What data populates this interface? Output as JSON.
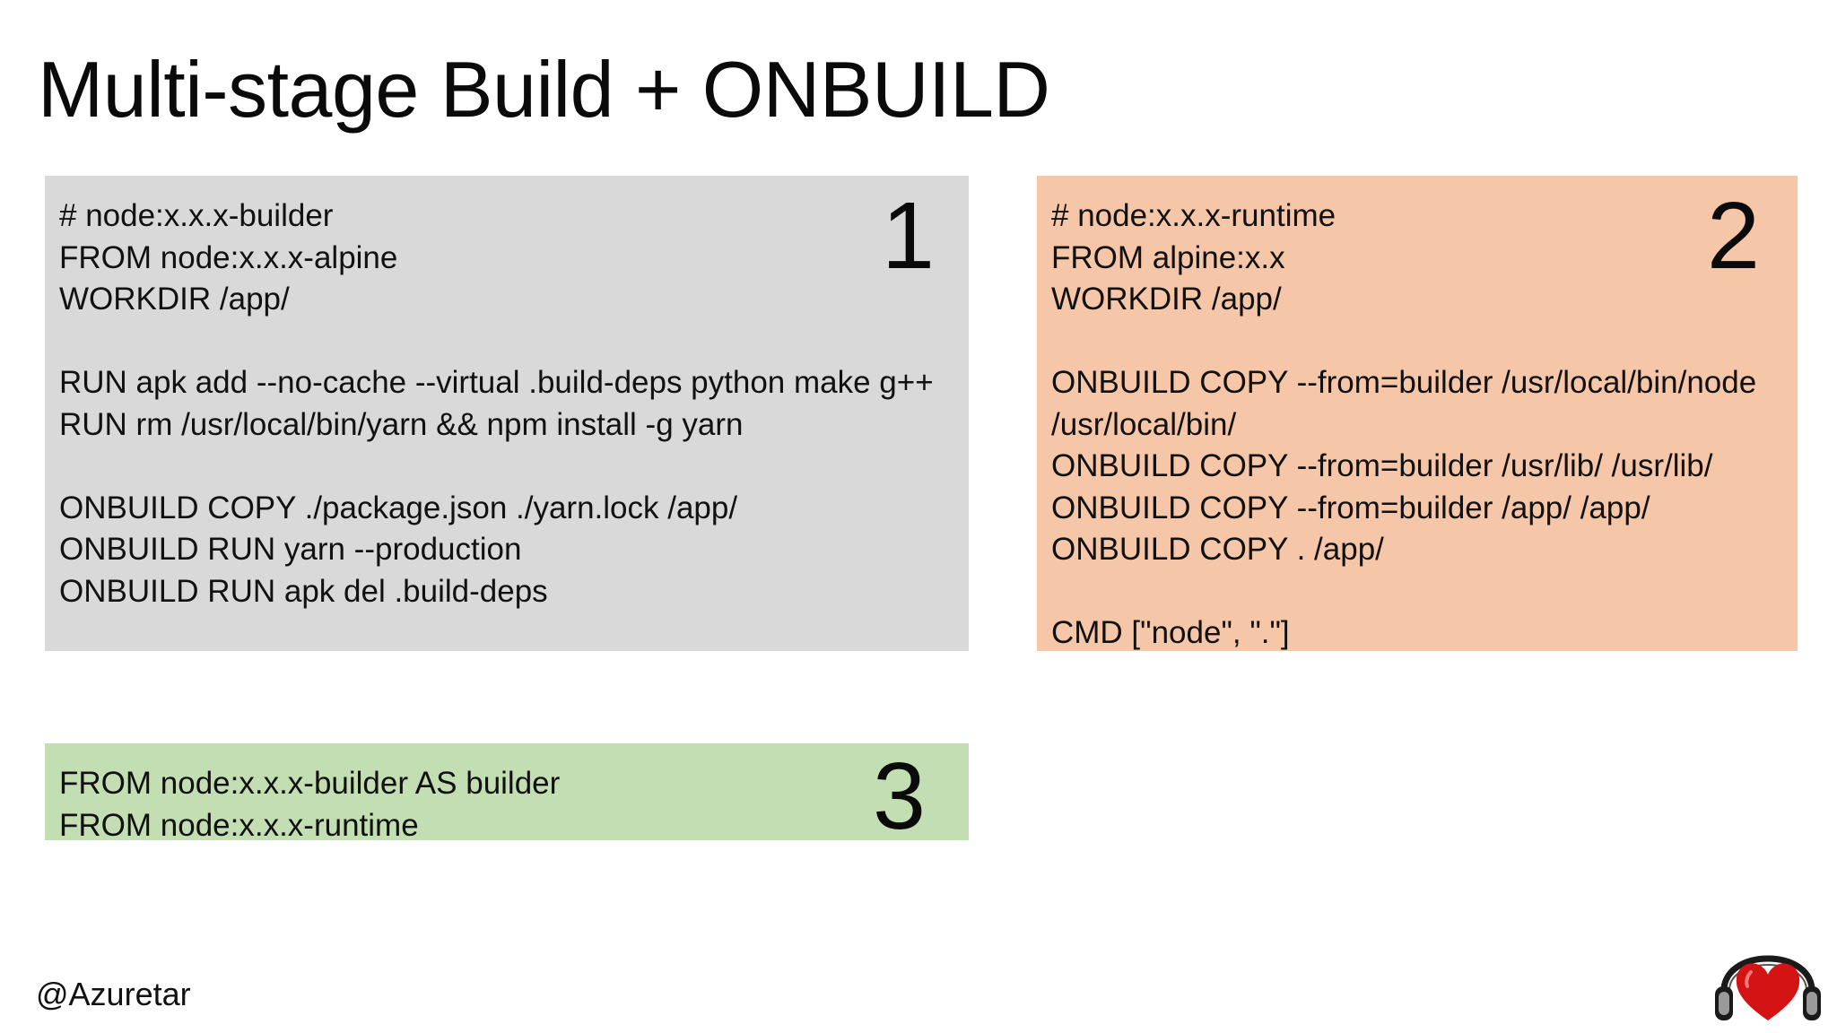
{
  "slide": {
    "title": "Multi-stage Build + ONBUILD",
    "author_handle": "@Azuretar"
  },
  "boxes": {
    "builder": {
      "number": "1",
      "color": "#d9d9d9",
      "lines": [
        "# node:x.x.x-builder",
        "FROM node:x.x.x-alpine",
        "WORKDIR /app/",
        "",
        "RUN apk add --no-cache --virtual .build-deps python make g++",
        "RUN rm /usr/local/bin/yarn && npm install -g yarn",
        "",
        "ONBUILD COPY ./package.json ./yarn.lock /app/",
        "ONBUILD RUN yarn --production",
        "ONBUILD RUN apk del .build-deps"
      ]
    },
    "runtime": {
      "number": "2",
      "color": "#f6c6a8",
      "lines": [
        "# node:x.x.x-runtime",
        "FROM alpine:x.x",
        "WORKDIR /app/",
        "",
        "ONBUILD COPY --from=builder /usr/local/bin/node",
        "/usr/local/bin/",
        "ONBUILD COPY --from=builder /usr/lib/ /usr/lib/",
        "ONBUILD COPY --from=builder /app/ /app/",
        "ONBUILD COPY . /app/",
        "",
        "CMD [\"node\", \".\"]"
      ]
    },
    "usage": {
      "number": "3",
      "color": "#c3deb2",
      "lines": [
        "FROM node:x.x.x-builder AS builder",
        "FROM node:x.x.x-runtime"
      ]
    }
  },
  "logo": {
    "icon": "headphones-heart-logo"
  }
}
